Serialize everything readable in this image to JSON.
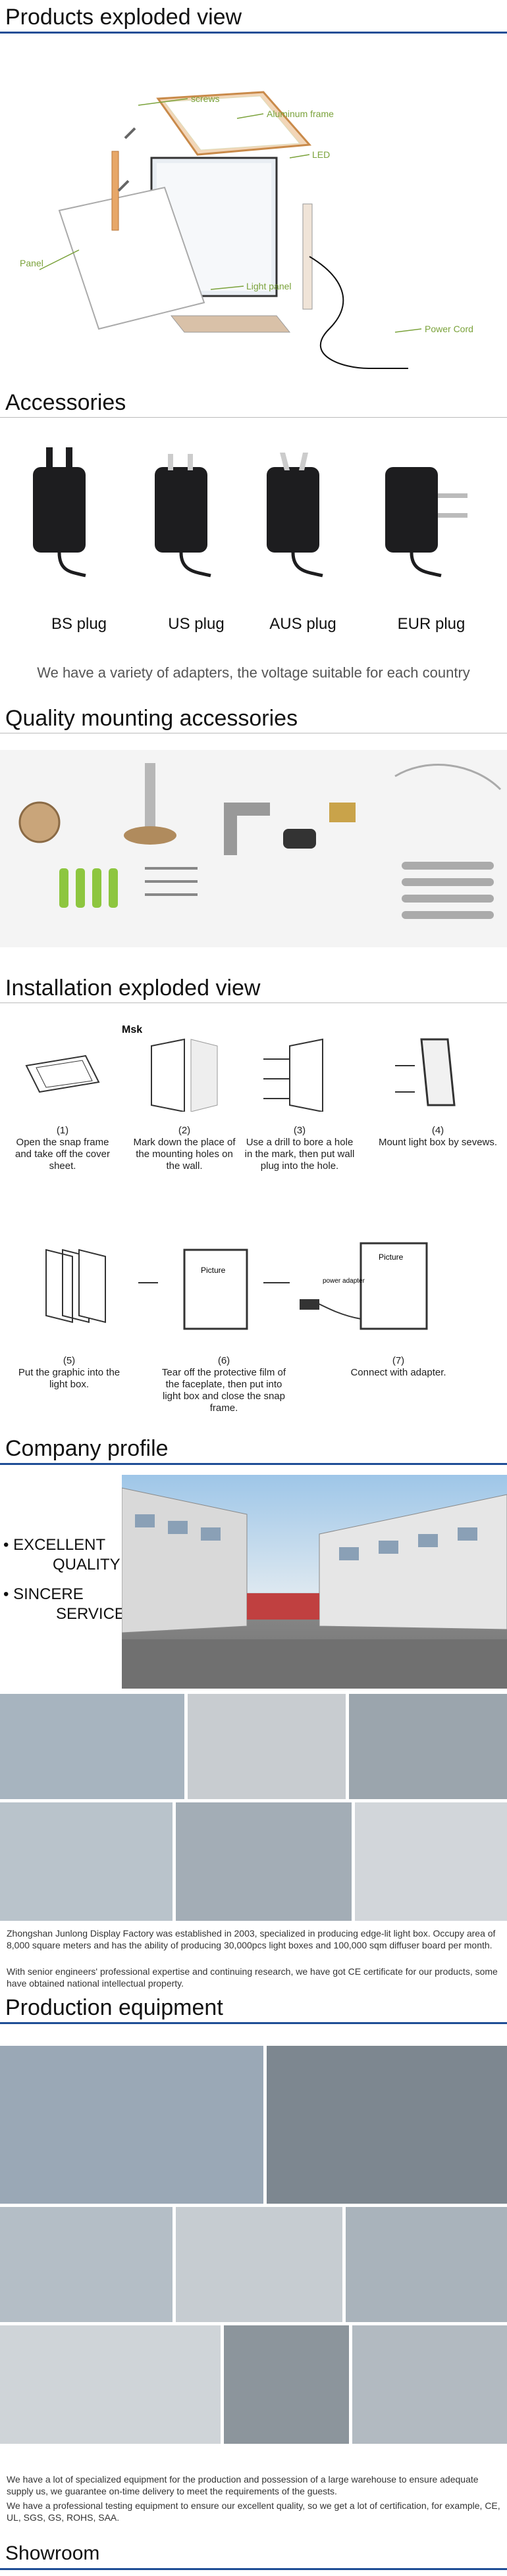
{
  "exploded": {
    "title": "Products exploded view",
    "labels": {
      "screws": "screws",
      "aluminum_frame": "Aluminum frame",
      "led": "LED",
      "panel": "Panel",
      "light_panel": "Light panel",
      "power_cord": "Power Cord"
    }
  },
  "accessories": {
    "title": "Accessories",
    "plugs": [
      "BS plug",
      "US plug",
      "AUS plug",
      "EUR plug"
    ],
    "caption": "We have a variety of adapters, the voltage suitable for each country"
  },
  "mounting": {
    "title": "Quality mounting accessories"
  },
  "installation": {
    "title": "Installation exploded view",
    "brand": "Msk",
    "steps": [
      {
        "num": "(1)",
        "text": "Open the snap frame and take off the cover sheet."
      },
      {
        "num": "(2)",
        "text": "Mark down the place of the mounting holes on the wall."
      },
      {
        "num": "(3)",
        "text": "Use a drill to bore a hole in the mark, then put wall plug into the hole."
      },
      {
        "num": "(4)",
        "text": "Mount light box by sevews."
      },
      {
        "num": "(5)",
        "text": "Put the graphic into the light box."
      },
      {
        "num": "(6)",
        "text": "Tear off the protective film of the faceplate, then put into light box and close the snap frame."
      },
      {
        "num": "(7)",
        "text": "Connect with adapter."
      }
    ],
    "picture_label": "Picture",
    "power_adapter_label": "power adapter"
  },
  "company": {
    "title": "Company profile",
    "values": [
      "• EXCELLENT",
      "QUALITY",
      "• SINCERE",
      "SERVICE"
    ],
    "paragraph1": "Zhongshan Junlong Display Factory was established in 2003, specialized in producing edge-lit light box. Occupy area of 8,000 square meters and has the ability of producing 30,000pcs light boxes and 100,000 sqm diffuser board per month.",
    "paragraph2": "With senior engineers' professional expertise and continuing research, we have got CE certificate for our products, some have obtained national intellectual property."
  },
  "production": {
    "title": "Production equipment",
    "paragraph1": "We have a lot of specialized equipment for the production and possession of a large warehouse to ensure adequate supply us, we guarantee on-time delivery to meet the requirements of the guests.",
    "paragraph2": "We have a professional testing equipment to ensure our excellent quality, so we get a lot of certification, for example, CE, UL, SGS, GS, ROHS, SAA."
  },
  "showroom": {
    "title": "Showroom"
  },
  "colors": {
    "rule": "#1f4e96",
    "label_green": "#7aa23a",
    "photo_gray": "#8a8f94"
  }
}
